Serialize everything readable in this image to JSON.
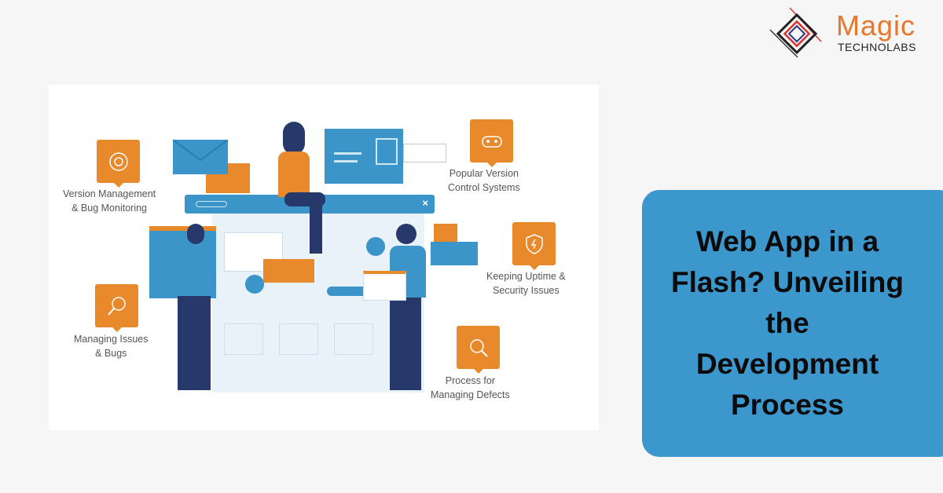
{
  "logo": {
    "brand": "Magic",
    "sub": "TECHNOLABS"
  },
  "illustration": {
    "labels": [
      {
        "id": "version-management",
        "lines": [
          "Version Management",
          "& Bug Monitoring"
        ]
      },
      {
        "id": "popular-vcs",
        "lines": [
          "Popular Version",
          "Control Systems"
        ]
      },
      {
        "id": "uptime-security",
        "lines": [
          "Keeping Uptime &",
          "Security Issues"
        ]
      },
      {
        "id": "managing-issues",
        "lines": [
          "Managing Issues",
          "& Bugs"
        ]
      },
      {
        "id": "defects",
        "lines": [
          "Process for",
          "Managing Defects"
        ]
      }
    ]
  },
  "card": {
    "title_lines": [
      "Web App in a",
      "Flash? Unveiling",
      "the",
      "Development",
      "Process"
    ]
  },
  "colors": {
    "orange": "#e8892b",
    "blue": "#3b95c9",
    "card": "#3b97cc",
    "navy": "#26396a"
  }
}
